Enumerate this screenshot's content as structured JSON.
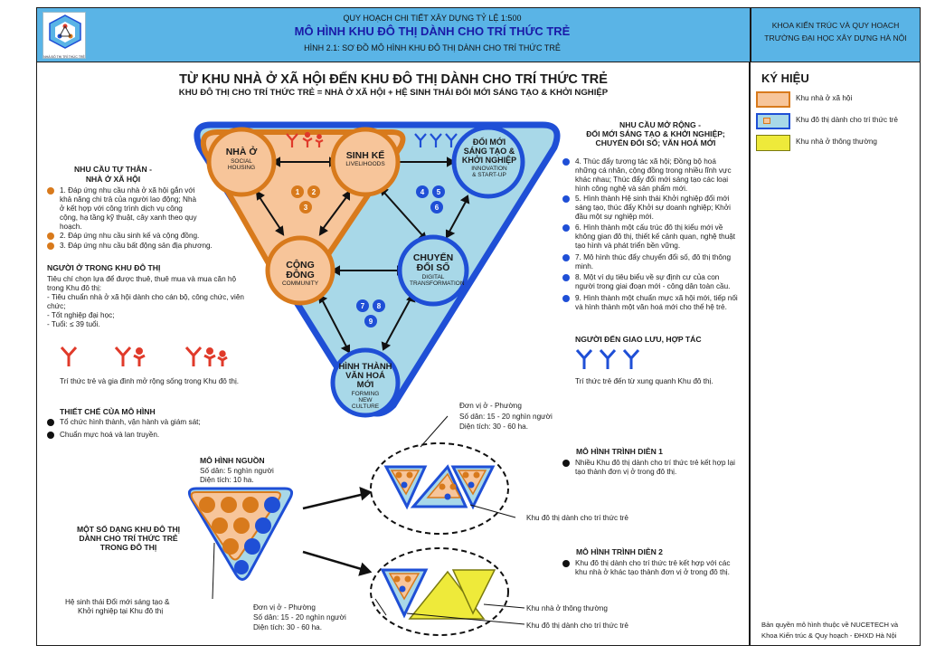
{
  "header": {
    "line1": "QUY HOẠCH CHI TIẾT XÂY DỰNG  TỶ LỆ 1:500",
    "line2": "MÔ HÌNH KHU ĐÔ THỊ DÀNH CHO TRÍ THỨC TRẺ",
    "line3": "HÌNH 2.1: SƠ ĐỒ MÔ HÌNH KHU ĐÔ THỊ DÀNH CHO TRÍ THỨC TRẺ",
    "org1": "KHOA KIẾN TRÚC VÀ QUY HOẠCH",
    "org2": "TRƯỜNG ĐẠI HỌC XÂY DỰNG HÀ NỘI",
    "logo_caption": "NHÀ ĐÔ THỊ TRÍ THỨC TRẺ"
  },
  "main_title": "TỪ KHU NHÀ Ở XÃ HỘI ĐẾN KHU ĐÔ THỊ DÀNH CHO TRÍ THỨC TRẺ",
  "subtitle": "KHU ĐÔ THỊ CHO TRÍ THỨC TRẺ = NHÀ Ở XÃ HỘI + HỆ SINH THÁI ĐỔI MỚI SÁNG TẠO & KHỞI NGHIỆP",
  "legend": {
    "title": "KÝ HIỆU",
    "items": [
      "Khu nhà ở xã hội",
      "Khu đô thị dành cho trí thức trẻ",
      "Khu nhà ở thông thường"
    ],
    "colors": {
      "social": "#f7c59a",
      "urban": "#a8d8e8",
      "regular": "#eeea3a",
      "orange": "#d87a1c",
      "blue": "#1f4fd6"
    }
  },
  "left": {
    "needs_title_1": "NHU CẦU TỰ THÂN -",
    "needs_title_2": "NHÀ Ở XÃ HỘI",
    "needs": [
      "1. Đáp ứng nhu cầu nhà ở xã hội gắn với khả năng chi trả của người lao động; Nhà ở kết hợp với công trình dịch vụ công cộng, hạ tầng kỹ thuật, cây xanh theo quy hoạch.",
      "2. Đáp ứng nhu cầu sinh kế và cộng đồng.",
      "3. Đáp ứng nhu cầu bất động sản địa phương."
    ],
    "residents_title": "NGƯỜI Ở TRONG KHU ĐÔ THỊ",
    "residents_intro": "Tiêu chí chọn lựa để được thuê, thuê mua và mua căn hộ trong Khu đô thị:",
    "criteria": [
      "- Tiêu chuẩn nhà ở xã hội dành cho cán bộ, công chức, viên chức;",
      "- Tốt nghiệp đại học;",
      "- Tuổi: ≤ 39 tuổi."
    ],
    "people_caption": "Trí thức trẻ và gia đình mở rộng sống trong Khu đô thị.",
    "institution_title": "THIẾT CHẾ CỦA MÔ HÌNH",
    "institution": [
      "Tổ chức hình thành, vận hành và giám sát;",
      "Chuẩn mực hoá và lan truyền."
    ]
  },
  "right": {
    "ext_title": [
      "NHU CẦU MỞ RỘNG -",
      "ĐỔI MỚI SÁNG TẠO & KHỞI NGHIỆP;",
      "CHUYỂN ĐỔI SỐ; VĂN HOÁ MỚI"
    ],
    "items": [
      "4. Thúc đẩy tương tác xã hội; Đồng bộ hoá những cá nhân, cộng đồng trong nhiều lĩnh vực khác nhau; Thúc đẩy đổi mới sáng tạo các loại hình công nghệ và sản phẩm mới.",
      "5. Hình thành Hệ sinh thái Khởi nghiệp đổi mới sáng tạo, thúc đẩy Khởi sự doanh nghiệp; Khởi đầu một sự nghiệp mới.",
      "6. Hình thành một cấu trúc đô thị kiểu mới về không gian đô thị, thiết kế cảnh quan, nghệ thuật tạo hình và phát triển bền vững.",
      "7. Mô hình thúc đẩy chuyển đổi số, đô thị thông minh.",
      "8. Một ví dụ tiêu biểu về sự định cư của con người trong giai đoạn mới - công dân toàn cầu.",
      "9. Hình thành một chuẩn mực xã hội mới, tiếp nối và hình thành một văn hoá mới cho thế hệ trẻ."
    ],
    "visitors_title": "NGƯỜI ĐẾN GIAO LƯU, HỢP TÁC",
    "visitors_caption": "Trí thức trẻ đến từ xung quanh Khu đô thị."
  },
  "diagram": {
    "nodes": [
      {
        "title": "NHÀ Ở",
        "sub": "SOCIAL HOUSING"
      },
      {
        "title": "SINH KẾ",
        "sub": "LIVELIHOODS"
      },
      {
        "title": "ĐỔI MỚI SÁNG TẠO & KHỞI NGHIỆP",
        "sub": "INNOVATION & START-UP"
      },
      {
        "title": "CỘNG ĐỒNG",
        "sub": "COMMUNITY"
      },
      {
        "title": "CHUYỂN ĐỔI SỐ",
        "sub": "DIGITAL TRANSFORMATION"
      },
      {
        "title": "HÌNH THÀNH VĂN HOÁ MỚI",
        "sub": "FORMING NEW CULTURE"
      }
    ],
    "numbers": [
      "1",
      "2",
      "3",
      "4",
      "5",
      "6",
      "7",
      "8",
      "9"
    ]
  },
  "bottom": {
    "source_title": "MÔ HÌNH NGUỒN",
    "source_pop": "Số dân: 5 nghìn người",
    "source_area": "Diện tích: 10 ha.",
    "variants_title": [
      "MỘT SỐ DẠNG KHU ĐÔ THỊ",
      "DÀNH CHO TRÍ THỨC TRẺ",
      "TRONG ĐÔ THỊ"
    ],
    "ecosystem_label": [
      "Hệ sinh thái Đổi mới sáng tạo &",
      "Khởi nghiệp tại Khu đô thị"
    ],
    "unit1": [
      "Đơn vị ở - Phường",
      "Số dân: 15 - 20 nghìn người",
      "Diện tích: 30 - 60 ha."
    ],
    "unit2": [
      "Đơn vị ở - Phường",
      "Số dân: 15 - 20 nghìn người",
      "Diện tích: 30 - 60 ha."
    ],
    "demo1_title": "MÔ HÌNH TRÌNH DIỄN 1",
    "demo1_text": "Nhiều Khu đô thị dành cho trí thức trẻ kết hợp lại tạo thành đơn vị ở trong đô thị.",
    "demo2_title": "MÔ HÌNH TRÌNH DIỄN 2",
    "demo2_text": "Khu đô thị dành cho trí thức trẻ kết hợp với các khu nhà ở khác tạo thành đơn vị ở trong đô thị.",
    "label_urban1": "Khu đô thị dành cho trí thức trẻ",
    "label_regular": "Khu nhà ở thông thường",
    "label_urban2": "Khu đô thị dành cho trí thức trẻ"
  },
  "copyright": [
    "Bản quyền mô hình thuộc về NUCETECH và",
    "Khoa Kiến trúc & Quy hoạch - ĐHXD Hà Nội"
  ]
}
